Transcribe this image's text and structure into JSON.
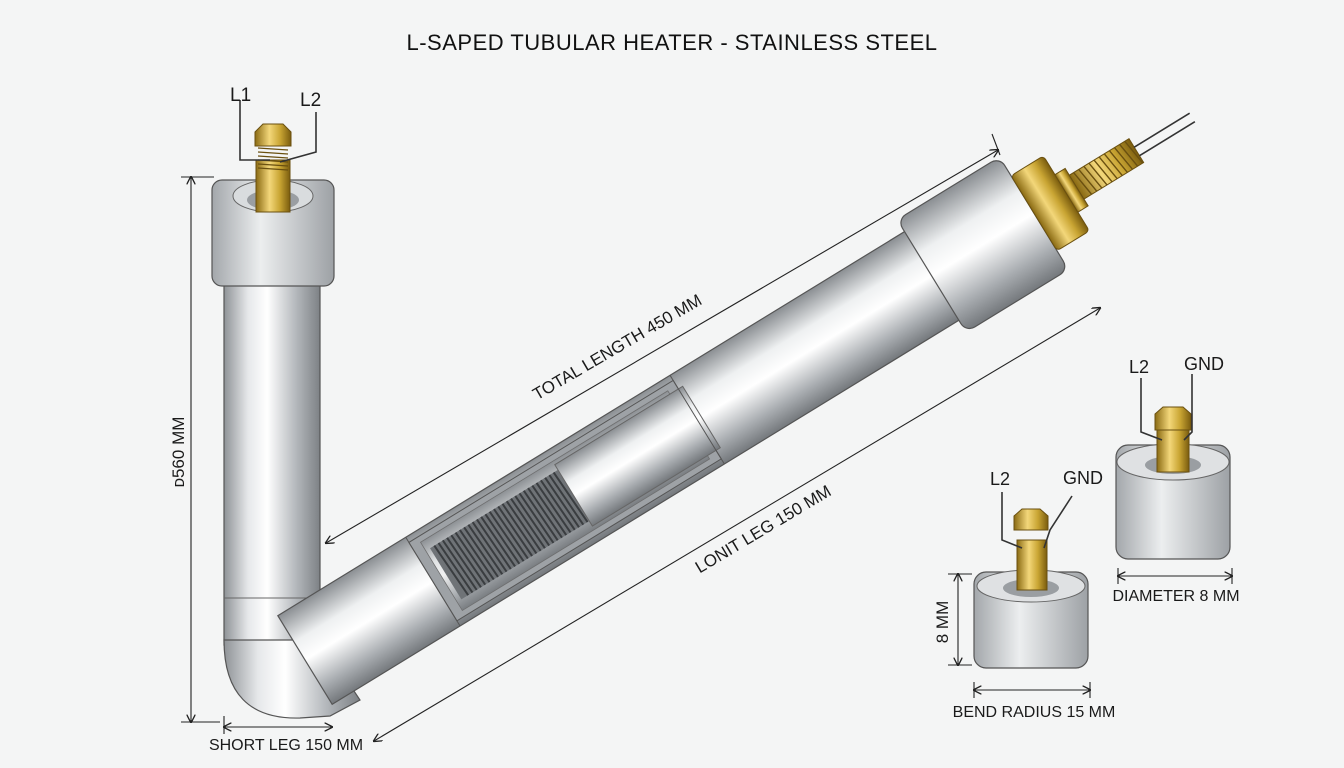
{
  "title": "L-SAPED TUBULAR HEATER - STAINLESS STEEL",
  "terminals": {
    "top_left": {
      "a": "L1",
      "b": "L2"
    },
    "detail_right": {
      "a": "L2",
      "b": "GND"
    },
    "detail_left": {
      "a": "L2",
      "b": "GND"
    }
  },
  "dimensions": {
    "height": "ᴅ560 MM",
    "total_length": "TOTAL LENGTH 450 MM",
    "long_leg": "LONIT LEG 150 MM",
    "short_leg": "SHORT LEG 150 MM",
    "detail_height": "8 MM",
    "diameter": "DIAMETER 8 MM",
    "bend_radius": "BEND RADIUS 15 MM"
  },
  "colors": {
    "steel": "#b9bcbf",
    "brass": "#c9a533",
    "background": "#f4f5f5"
  }
}
